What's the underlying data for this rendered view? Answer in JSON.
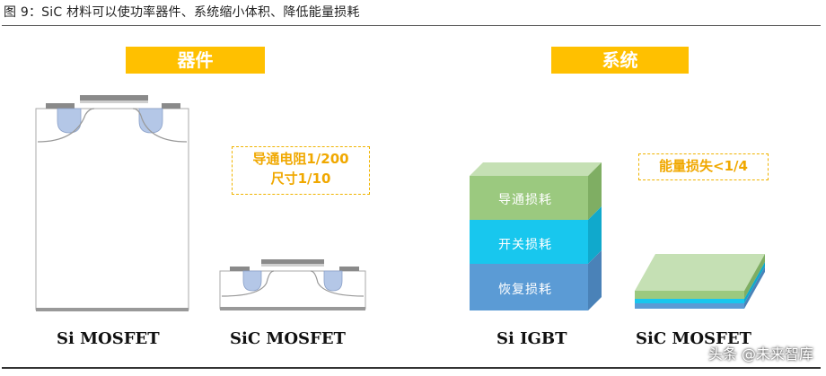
{
  "caption": "图 9：SiC 材料可以使功率器件、系统缩小体积、降低能量损耗",
  "sections": {
    "device": "器件",
    "system": "系统"
  },
  "callouts": {
    "device_line1": "导通电阻1/200",
    "device_line2": "尺寸1/10",
    "system": "能量损失<1/4"
  },
  "labels": {
    "si_mosfet": "Si MOSFET",
    "sic_mosfet_device": "SiC MOSFET",
    "si_igbt": "Si IGBT",
    "sic_mosfet_system": "SiC MOSFET"
  },
  "layers": {
    "top": "导通损耗",
    "middle": "开关损耗",
    "bottom": "恢复损耗"
  },
  "colors": {
    "accent": "#ffc000",
    "layer_green": "#9bc97f",
    "layer_cyan": "#18c7ee",
    "layer_blue": "#5b9bd5"
  },
  "watermark": "头条 @未来智库"
}
